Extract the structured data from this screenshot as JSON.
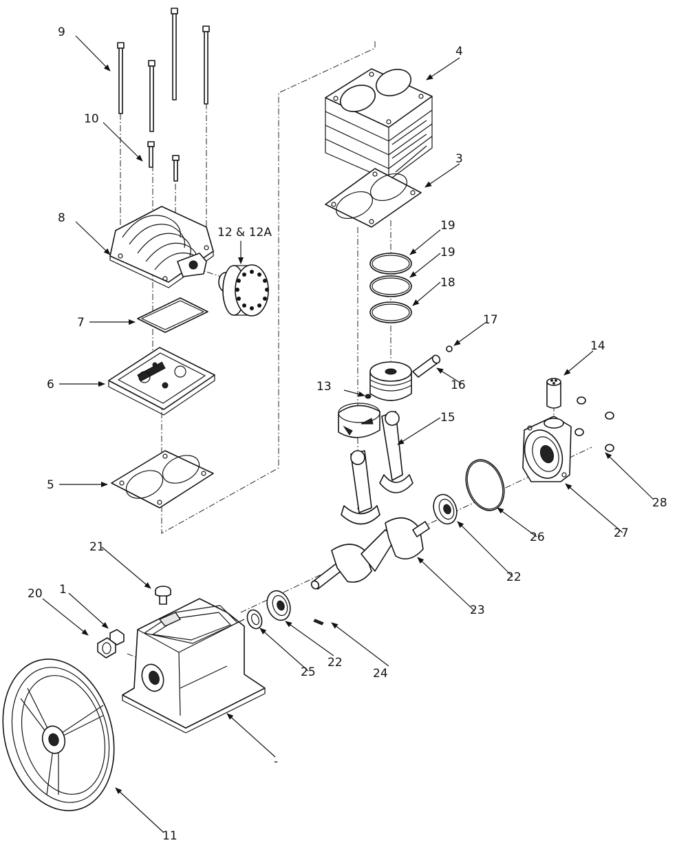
{
  "labels": {
    "p1": "1",
    "p3": "3",
    "p4": "4",
    "p5": "5",
    "p6": "6",
    "p7": "7",
    "p8": "8",
    "p9": "9",
    "p10": "10",
    "p11": "11",
    "p12": "12 & 12A",
    "p13": "13",
    "p14": "14",
    "p15": "15",
    "p16": "16",
    "p17": "17",
    "p18": "18",
    "p19a": "19",
    "p19b": "19",
    "p20": "20",
    "p21": "21",
    "p22a": "22",
    "p22b": "22",
    "p23": "23",
    "p24": "24",
    "p25": "25",
    "p26": "26",
    "p27": "27",
    "p28": "28",
    "crankcase": "-"
  },
  "colors": {
    "line": "#111111",
    "background": "#ffffff"
  }
}
